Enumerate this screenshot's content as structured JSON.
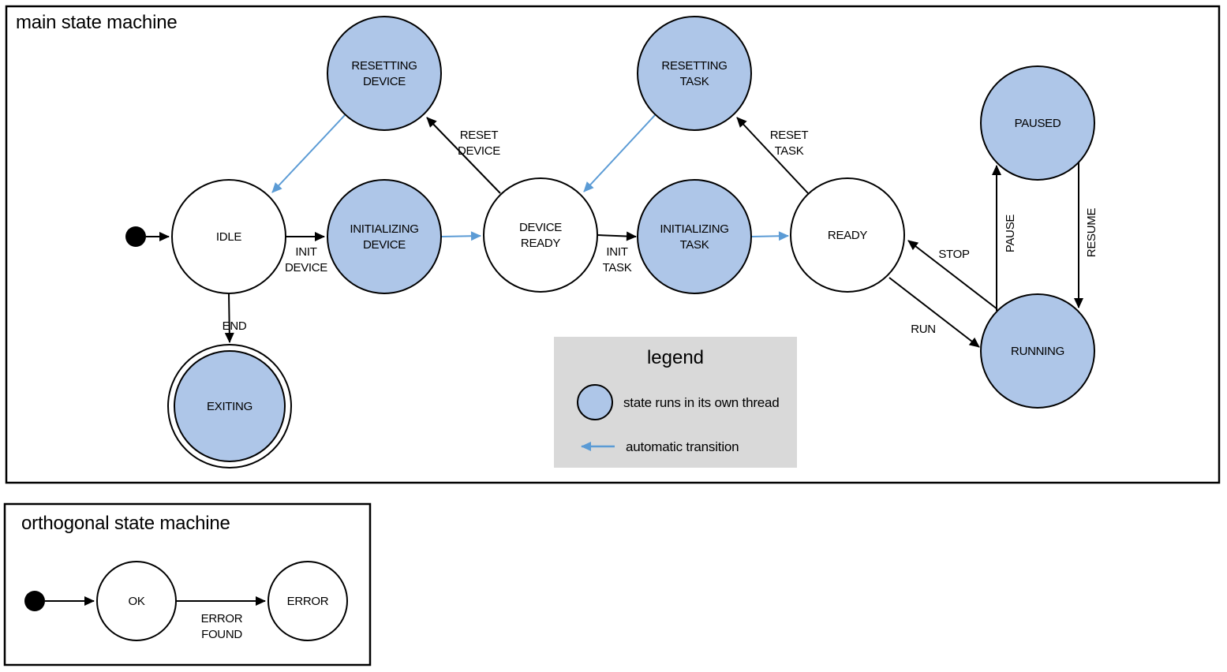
{
  "main": {
    "title": "main state machine",
    "states": {
      "idle": "IDLE",
      "resetting_device": {
        "l1": "RESETTING",
        "l2": "DEVICE"
      },
      "initializing_device": {
        "l1": "INITIALIZING",
        "l2": "DEVICE"
      },
      "device_ready": {
        "l1": "DEVICE",
        "l2": "READY"
      },
      "resetting_task": {
        "l1": "RESETTING",
        "l2": "TASK"
      },
      "initializing_task": {
        "l1": "INITIALIZING",
        "l2": "TASK"
      },
      "ready": "READY",
      "paused": "PAUSED",
      "running": "RUNNING",
      "exiting": "EXITING"
    },
    "transitions": {
      "init_device": {
        "l1": "INIT",
        "l2": "DEVICE"
      },
      "reset_device": {
        "l1": "RESET",
        "l2": "DEVICE"
      },
      "init_task": {
        "l1": "INIT",
        "l2": "TASK"
      },
      "reset_task": {
        "l1": "RESET",
        "l2": "TASK"
      },
      "end": "END",
      "run": "RUN",
      "stop": "STOP",
      "pause": "PAUSE",
      "resume": "RESUME"
    }
  },
  "legend": {
    "title": "legend",
    "items": {
      "thread": "state runs in its own thread",
      "auto": "automatic transition"
    }
  },
  "ortho": {
    "title": "orthogonal state machine",
    "states": {
      "ok": "OK",
      "error": "ERROR"
    },
    "transitions": {
      "error_found": {
        "l1": "ERROR",
        "l2": "FOUND"
      }
    }
  },
  "colors": {
    "state_thread_fill": "#AEC6E8",
    "state_plain_fill": "#FFFFFF",
    "stroke": "#000000",
    "auto_transition": "#5B9BD5",
    "legend_bg": "#D9D9D9"
  }
}
